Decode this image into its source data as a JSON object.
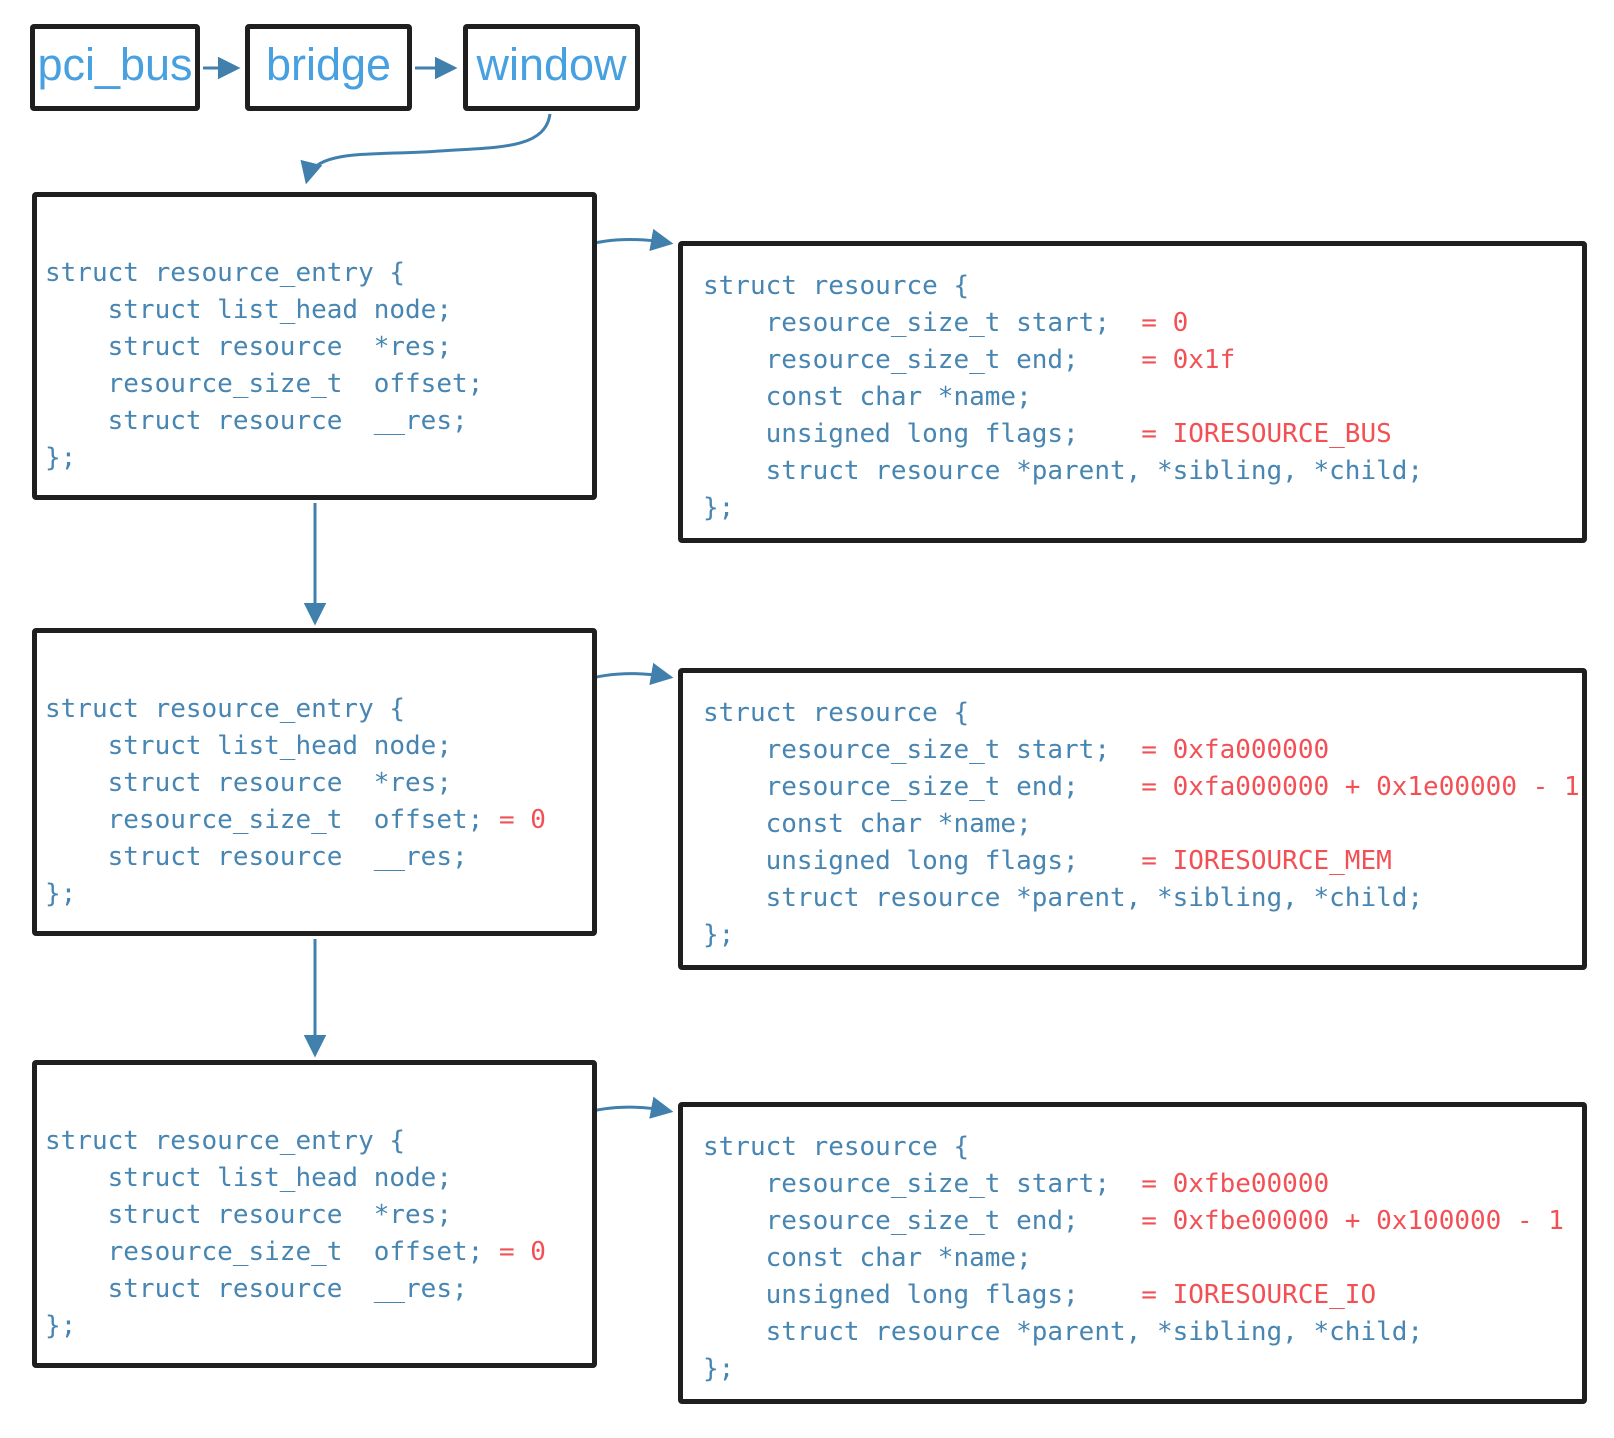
{
  "colors": {
    "code_blue": "#4785b2",
    "label_blue": "#47a0e0",
    "annotation_red": "#f25055",
    "arrow_blue": "#4180ad",
    "box_border_dark": "#1f1f1f"
  },
  "flow": {
    "nodes": [
      {
        "label": "pci_bus"
      },
      {
        "label": "bridge"
      },
      {
        "label": "window"
      }
    ]
  },
  "entry_boxes": [
    {
      "lines": [
        {
          "code": "struct resource_entry {"
        },
        {
          "code": "    struct list_head node;"
        },
        {
          "code": "    struct resource  *res;"
        },
        {
          "code": "    resource_size_t  offset;"
        },
        {
          "code": "    struct resource  __res;"
        },
        {
          "code": "};"
        }
      ]
    },
    {
      "lines": [
        {
          "code": "struct resource_entry {"
        },
        {
          "code": "    struct list_head node;"
        },
        {
          "code": "    struct resource  *res;"
        },
        {
          "code": "    resource_size_t  offset;",
          "note": " = 0"
        },
        {
          "code": "    struct resource  __res;"
        },
        {
          "code": "};"
        }
      ]
    },
    {
      "lines": [
        {
          "code": "struct resource_entry {"
        },
        {
          "code": "    struct list_head node;"
        },
        {
          "code": "    struct resource  *res;"
        },
        {
          "code": "    resource_size_t  offset;",
          "note": " = 0"
        },
        {
          "code": "    struct resource  __res;"
        },
        {
          "code": "};"
        }
      ]
    }
  ],
  "resource_boxes": [
    {
      "lines": [
        {
          "code": "struct resource {"
        },
        {
          "code": "    resource_size_t start;",
          "note": "  = 0"
        },
        {
          "code": "    resource_size_t end;",
          "note": "    = 0x1f"
        },
        {
          "code": "    const char *name;"
        },
        {
          "code": "    unsigned long flags;",
          "note": "    = IORESOURCE_BUS"
        },
        {
          "code": "    struct resource *parent, *sibling, *child;"
        },
        {
          "code": "};"
        }
      ]
    },
    {
      "lines": [
        {
          "code": "struct resource {"
        },
        {
          "code": "    resource_size_t start;",
          "note": "  = 0xfa000000"
        },
        {
          "code": "    resource_size_t end;",
          "note": "    = 0xfa000000 + 0x1e00000 - 1"
        },
        {
          "code": "    const char *name;"
        },
        {
          "code": "    unsigned long flags;",
          "note": "    = IORESOURCE_MEM"
        },
        {
          "code": "    struct resource *parent, *sibling, *child;"
        },
        {
          "code": "};"
        }
      ]
    },
    {
      "lines": [
        {
          "code": "struct resource {"
        },
        {
          "code": "    resource_size_t start;",
          "note": "  = 0xfbe00000"
        },
        {
          "code": "    resource_size_t end;",
          "note": "    = 0xfbe00000 + 0x100000 - 1"
        },
        {
          "code": "    const char *name;"
        },
        {
          "code": "    unsigned long flags;",
          "note": "    = IORESOURCE_IO"
        },
        {
          "code": "    struct resource *parent, *sibling, *child;"
        },
        {
          "code": "};"
        }
      ]
    }
  ]
}
